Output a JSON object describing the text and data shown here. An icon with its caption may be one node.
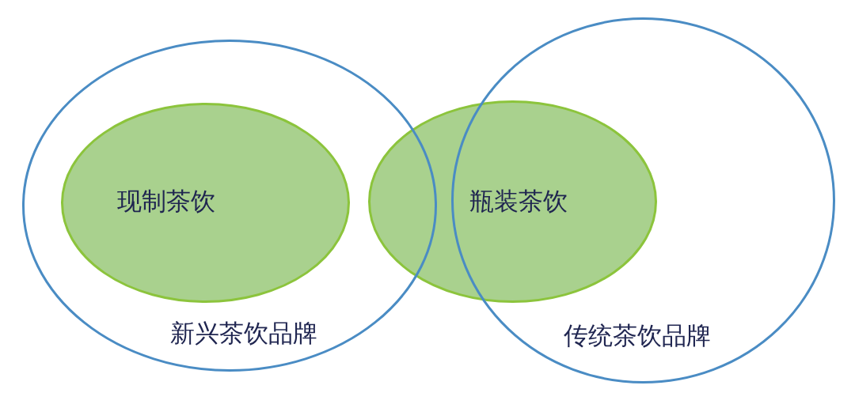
{
  "diagram": {
    "nodes": [
      {
        "text": [
          "新兴茶饮品牌"
        ]
      },
      {
        "text": [
          "现制茶饮"
        ],
        "in": 0
      },
      {
        "text": [
          "瓶装茶饮"
        ]
      },
      {
        "text": [
          "传统茶饮品牌"
        ]
      }
    ],
    "edges": []
  }
}
